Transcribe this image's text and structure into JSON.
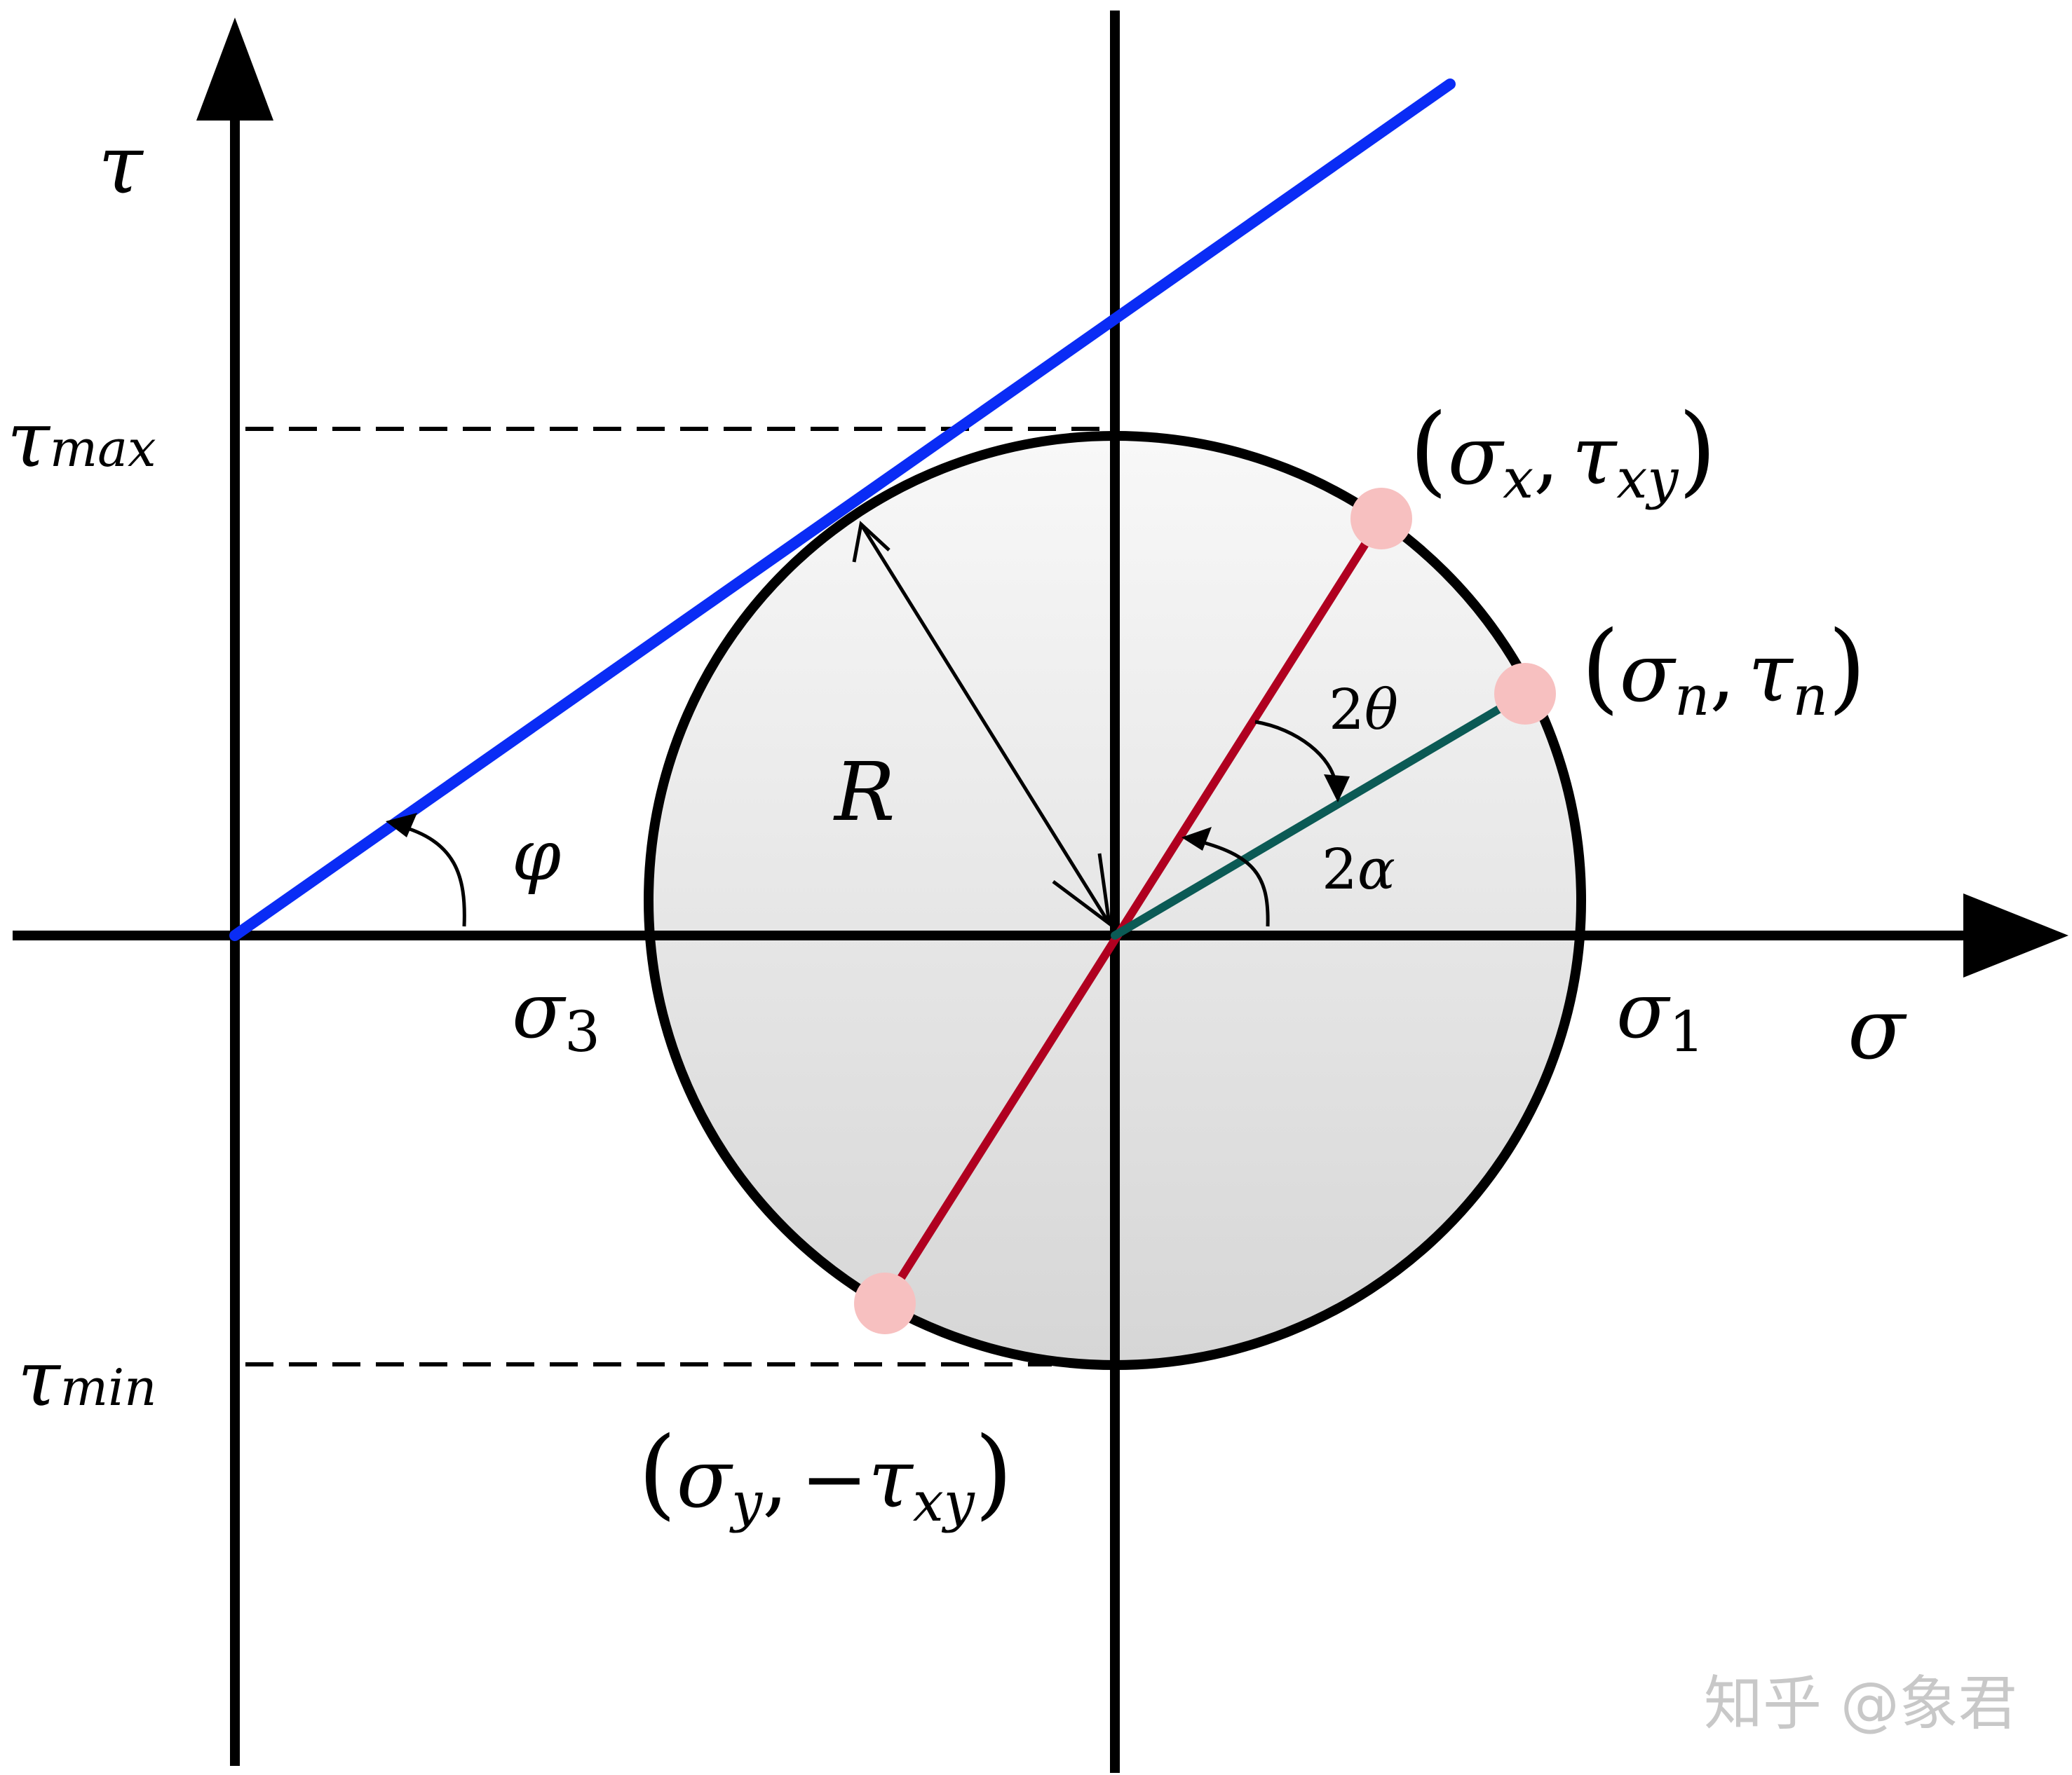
{
  "labels": {
    "tau_axis": "τ",
    "sigma_axis": "σ",
    "tau_max": {
      "base": "τ",
      "sub": "max"
    },
    "tau_min": {
      "base": "τ",
      "sub": "min"
    },
    "sigma3": {
      "base": "σ",
      "sub": "3"
    },
    "sigma1": {
      "base": "σ",
      "sub": "1"
    },
    "radius": "R",
    "phi": "φ",
    "two_theta": {
      "num": "2",
      "sym": "θ"
    },
    "two_alpha": {
      "num": "2",
      "sym": "α"
    },
    "point_x": {
      "open": "(",
      "s": "σ",
      "s_sub": "x",
      "comma": ",",
      "t": "τ",
      "t_sub": "xy",
      "close": ")"
    },
    "point_n": {
      "open": "(",
      "s": "σ",
      "s_sub": "n",
      "comma": ",",
      "t": "τ",
      "t_sub": "n",
      "close": ")"
    },
    "point_y": {
      "open": "(",
      "s": "σ",
      "s_sub": "y",
      "comma": ",",
      "minus": "−",
      "t": "τ",
      "t_sub": "xy",
      "close": ")"
    }
  },
  "watermark": "知乎 @象君",
  "colors": {
    "axis": "#000000",
    "envelope": "#0a2cf5",
    "diameter": "#b00020",
    "normal_line": "#0b5a55",
    "point": "#f7c0c0",
    "circle_fill_top": "#f8f8f8",
    "circle_fill_bottom": "#d9d9d9"
  }
}
